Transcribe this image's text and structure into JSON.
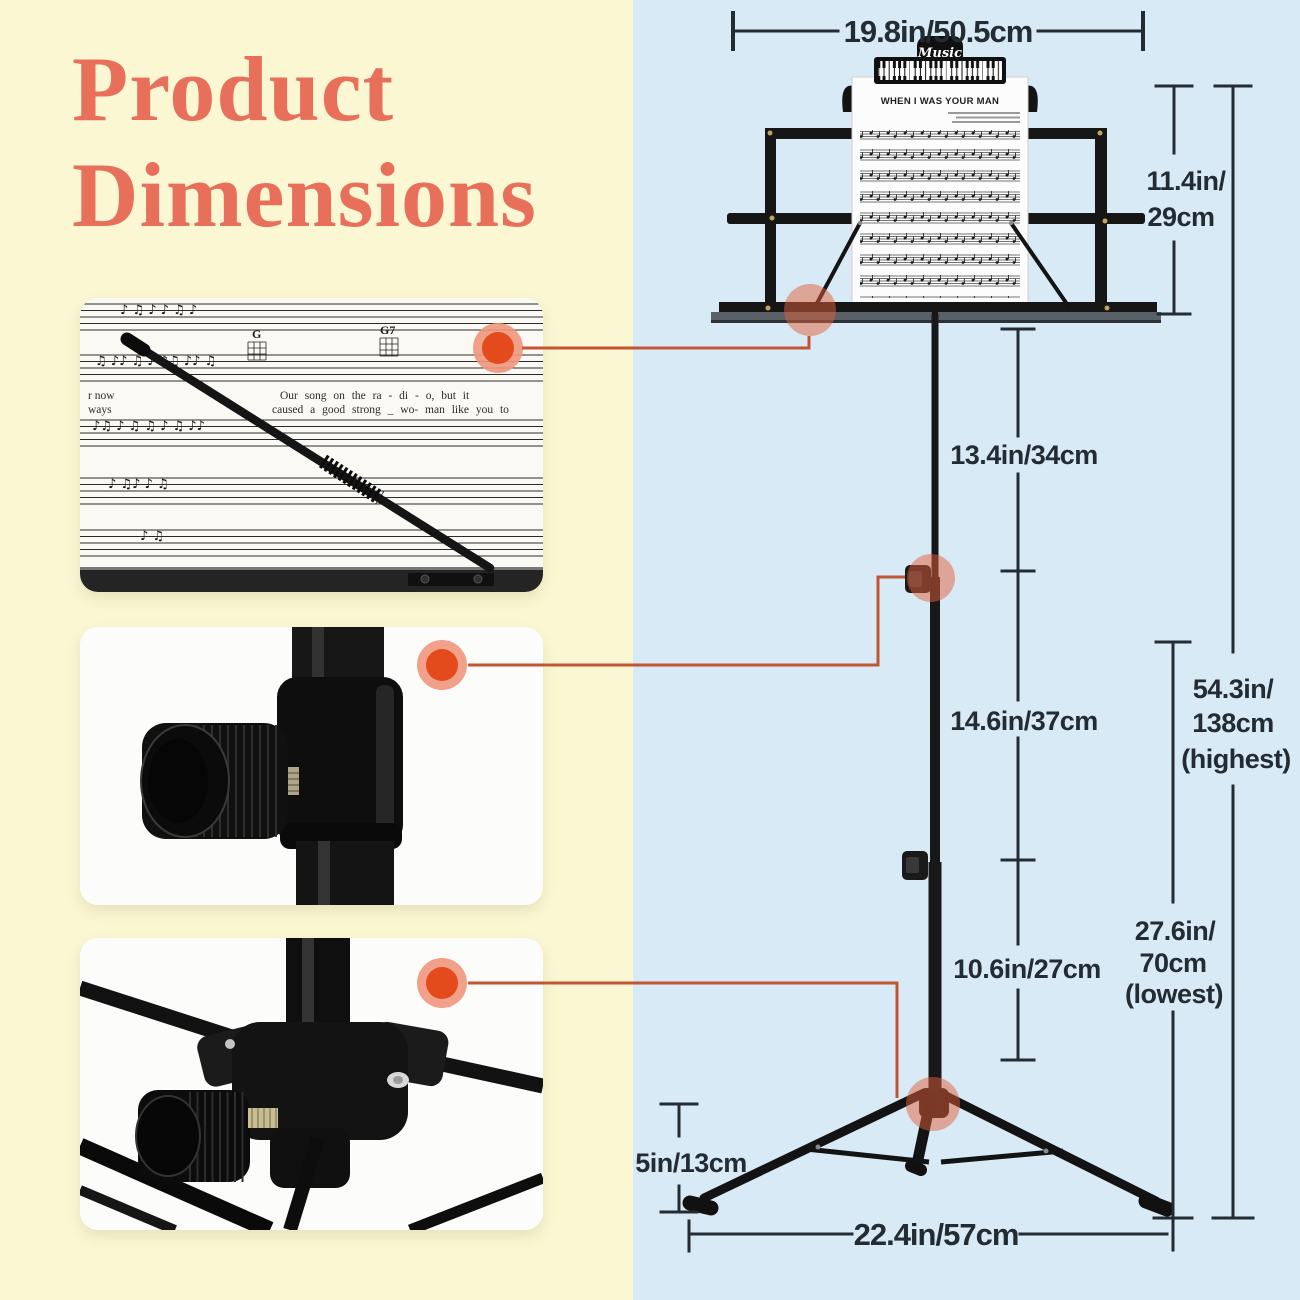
{
  "colors": {
    "panel_left_bg": "#FBF7D2",
    "panel_right_bg": "#D8EAF6",
    "title_text": "#E8705B",
    "dimension_ink": "#232B33",
    "callout_line": "#C25532",
    "highlight_orange": "#E34B1C",
    "stand_black": "#161616"
  },
  "title": {
    "line1": "Product",
    "line2": "Dimensions"
  },
  "stand": {
    "clip_logo": "Music",
    "sheet_title": "WHEN I WAS YOUR MAN"
  },
  "insets": {
    "sheet_music": {
      "chord1": "G",
      "chord2": "G7",
      "fragment1": "r now",
      "fragment2": "ways",
      "lyric1": "Our  song  on  the  ra - di - o,  but  it",
      "lyric2": "caused a  good  strong _  wo- man like  you  to",
      "note_row1": "♪  ♫   ♪ ♪   ♫  ♪",
      "note_row2": "♫ ♪♪  ♫  ♪  ♪♫  ♪♪ ♫",
      "note_row3": "♪♫  ♪  ♫ ♫  ♪  ♫  ♪♪",
      "note_row4": "♪  ♫♪   ♪ ♫",
      "note_row5": "♪   ♫"
    }
  },
  "dimensions": {
    "width_top": "19.8in/50.5cm",
    "desk_height": [
      "11.4in/",
      "29cm"
    ],
    "upper_section": "13.4in/34cm",
    "middle_section": "14.6in/37cm",
    "lower_section": "10.6in/27cm",
    "total_highest": [
      "54.3in/",
      "138cm",
      "(highest)"
    ],
    "total_lowest": [
      "27.6in/",
      "70cm",
      "(lowest)"
    ],
    "foot_height": "5in/13cm",
    "base_width": "22.4in/57cm"
  }
}
